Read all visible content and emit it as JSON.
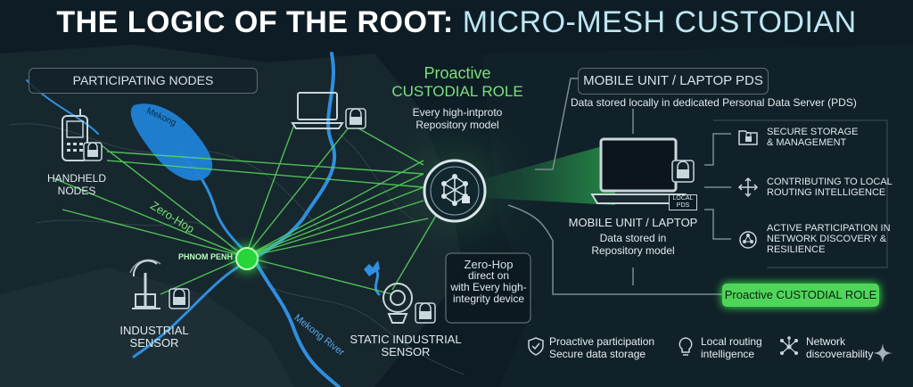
{
  "title": {
    "part1": "THE LOGIC OF THE ROOT:",
    "part2": "MICRO-MESH CUSTODIAN"
  },
  "map": {
    "participating_nodes": "PARTICIPATING NODES",
    "mekong_top": "Mekong",
    "mekong_river": "Mekong River",
    "zero_hop": "Zero-Hop",
    "phnom_penh": "PHNOM PENH",
    "handheld": [
      "HANDHELD",
      "NODES"
    ],
    "industrial_sensor": "INDUSTRIAL SENSOR",
    "static_sensor": [
      "STATIC INDUSTRIAL",
      "SENSOR"
    ]
  },
  "center": {
    "proactive": "Proactive",
    "custodial_role": "CUSTODIAL ROLE",
    "desc": [
      "Every high-intproto",
      "Repository model"
    ]
  },
  "zerohop_box": {
    "title": "Zero-Hop",
    "lines": [
      "direct on",
      "with Every high-",
      "integrity device"
    ]
  },
  "mobile_top": {
    "label": "MOBILE UNIT / LAPTOP PDS",
    "desc": "Data stored locally in dedicated Personal Data Server (PDS)"
  },
  "laptop": {
    "badge": [
      "LOCAL",
      "PDS"
    ],
    "label": "MOBILE UNIT / LAPTOP",
    "desc": [
      "Data stored in",
      "Repository model"
    ]
  },
  "right_items": [
    {
      "icon": "lock-folder-icon",
      "lines": [
        "SECURE STORAGE",
        "& MANAGEMENT"
      ]
    },
    {
      "icon": "arrows-icon",
      "lines": [
        "CONTRIBUTING TO LOCAL",
        "ROUTING INTELLIGENCE"
      ]
    },
    {
      "icon": "network-search-icon",
      "lines": [
        "ACTIVE PARTICIPATION IN",
        "NETWORK DISCOVERY &",
        "RESILIENCE"
      ]
    }
  ],
  "custodial_badge": "Proactive CUSTODIAL ROLE",
  "legend": [
    {
      "icon": "shield-hand-icon",
      "lines": [
        "Proactive participation",
        "Secure data storage"
      ]
    },
    {
      "icon": "lightbulb-icon",
      "lines": [
        "Local routing",
        "intelligence"
      ]
    },
    {
      "icon": "network-icon",
      "lines": [
        "Network",
        "discoverability"
      ]
    }
  ],
  "colors": {
    "accent_green": "#4fd65a",
    "river_blue": "#2f8fe0",
    "background": "#0d1c24"
  }
}
